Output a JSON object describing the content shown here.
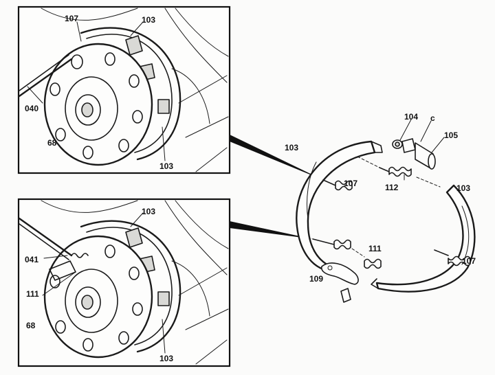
{
  "labels": {
    "top_panel": {
      "shoe_top": "103",
      "pin_tl": "107",
      "tool": "040",
      "hub": "68",
      "shoe_bottom": "103"
    },
    "bottom_panel": {
      "shoe_top": "103",
      "tool": "041",
      "spring": "111",
      "hub": "68",
      "shoe_bottom": "103"
    },
    "exploded": {
      "shoe_left": "103",
      "pin_upper": "107",
      "adjuster": "104",
      "letter_c": "c",
      "adjuster_nut": "105",
      "spring_upper": "112",
      "shoe_right": "103",
      "spring_lower": "111",
      "pin_right": "107",
      "lever": "109"
    }
  },
  "colors": {
    "ink": "#1a1a1a",
    "paper": "#fbfbfa"
  }
}
